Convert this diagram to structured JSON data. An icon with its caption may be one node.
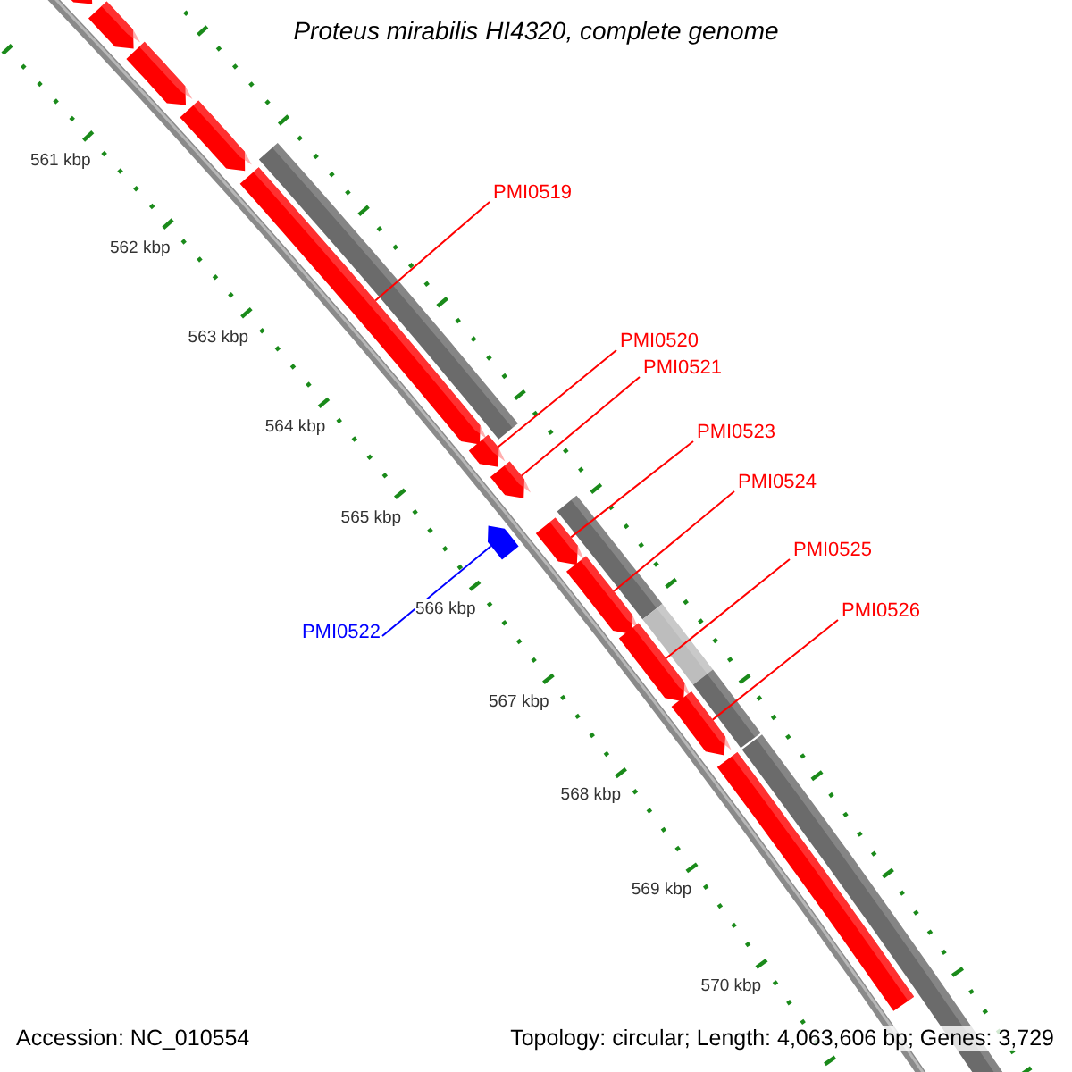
{
  "diagram": {
    "title": "Proteus mirabilis HI4320, complete genome",
    "nodes": [
      {
        "text": [
          "PMI0519"
        ]
      },
      {
        "text": [
          "PMI0520"
        ]
      },
      {
        "text": [
          "PMI0521"
        ]
      },
      {
        "text": [
          "PMI0523"
        ]
      },
      {
        "text": [
          "PMI0524"
        ]
      },
      {
        "text": [
          "PMI0525"
        ]
      },
      {
        "text": [
          "PMI0526"
        ]
      },
      {
        "text": [
          "PMI0522"
        ]
      },
      {
        "text": [],
        "shape": "arrow"
      },
      {
        "text": [],
        "shape": "arrow"
      },
      {
        "text": [],
        "shape": "arrow"
      },
      {
        "text": [],
        "shape": "arrow"
      },
      {
        "text": [],
        "shape": "arrow"
      },
      {
        "text": [],
        "shape": "arrow"
      },
      {
        "text": [],
        "shape": "arrow"
      },
      {
        "text": [],
        "shape": "arrow"
      },
      {
        "text": [],
        "shape": "arrow"
      },
      {
        "text": [],
        "shape": "arrow"
      },
      {
        "text": [],
        "shape": "arrow"
      },
      {
        "text": [],
        "shape": "arrow"
      },
      {
        "text": [],
        "shape": "arrow"
      }
    ],
    "edges": [
      {
        "from": 0,
        "to": 12,
        "arrow": "none"
      },
      {
        "from": 1,
        "to": 13,
        "arrow": "none"
      },
      {
        "from": 2,
        "to": 14,
        "arrow": "none"
      },
      {
        "from": 3,
        "to": 16,
        "arrow": "none"
      },
      {
        "from": 4,
        "to": 17,
        "arrow": "none"
      },
      {
        "from": 5,
        "to": 18,
        "arrow": "none"
      },
      {
        "from": 6,
        "to": 19,
        "arrow": "none"
      },
      {
        "from": 7,
        "to": 15,
        "arrow": "none",
        "color": "#0000ff"
      }
    ],
    "labels": [
      "561 kbp",
      "562 kbp",
      "563 kbp",
      "564 kbp",
      "565 kbp",
      "566 kbp",
      "567 kbp",
      "568 kbp",
      "569 kbp",
      "570 kbp",
      "Accession: NC_010554",
      "Topology: circular; Length: 4,063,606 bp; Genes: 3,729"
    ]
  }
}
